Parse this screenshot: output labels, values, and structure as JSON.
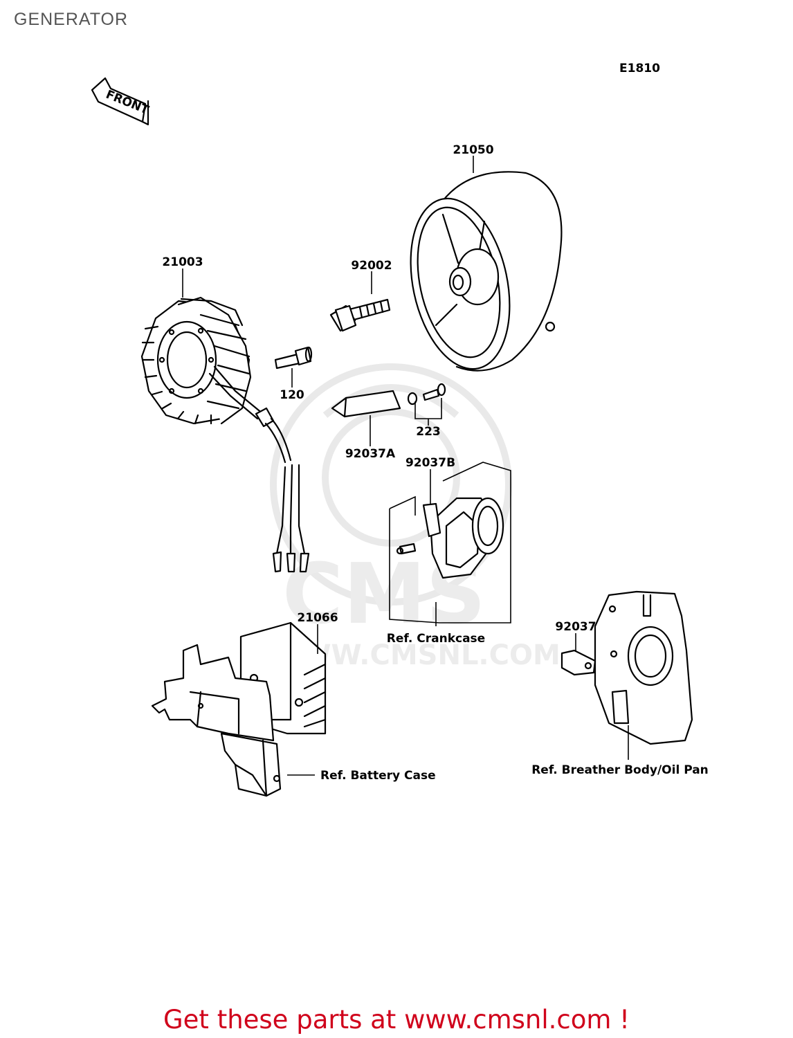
{
  "page": {
    "title": "GENERATOR",
    "diagram_code": "E1810",
    "footer_prefix": "Get these parts at ",
    "footer_link": "www.cmsnl.com",
    "footer_suffix": " !",
    "footer_color": "#d0021b"
  },
  "front_arrow": {
    "label": "FRONT"
  },
  "watermark": {
    "brand": "CMS",
    "url": "WWW.CMSNL.COM",
    "color": "#e9e9e9"
  },
  "parts": [
    {
      "number": "21050"
    },
    {
      "number": "92002"
    },
    {
      "number": "21003"
    },
    {
      "number": "120"
    },
    {
      "number": "223"
    },
    {
      "number": "92037A"
    },
    {
      "number": "92037B"
    },
    {
      "number": "21066"
    },
    {
      "number": "92037"
    }
  ],
  "references": [
    {
      "text": "Ref. Crankcase"
    },
    {
      "text": "Ref. Battery Case"
    },
    {
      "text": "Ref. Breather Body/Oil Pan"
    }
  ]
}
